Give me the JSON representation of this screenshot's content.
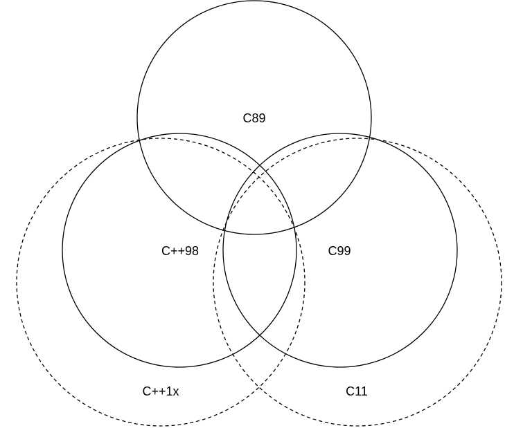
{
  "diagram": {
    "type": "venn",
    "sets": {
      "c89": {
        "label": "C89",
        "line_style": "solid"
      },
      "cpp98": {
        "label": "C++98",
        "line_style": "solid"
      },
      "c99": {
        "label": "C99",
        "line_style": "solid"
      },
      "cpp1x": {
        "label": "C++1x",
        "line_style": "dashed"
      },
      "c11": {
        "label": "C11",
        "line_style": "dashed"
      }
    },
    "stroke_color": "#000000",
    "background_color": "#ffffff"
  }
}
